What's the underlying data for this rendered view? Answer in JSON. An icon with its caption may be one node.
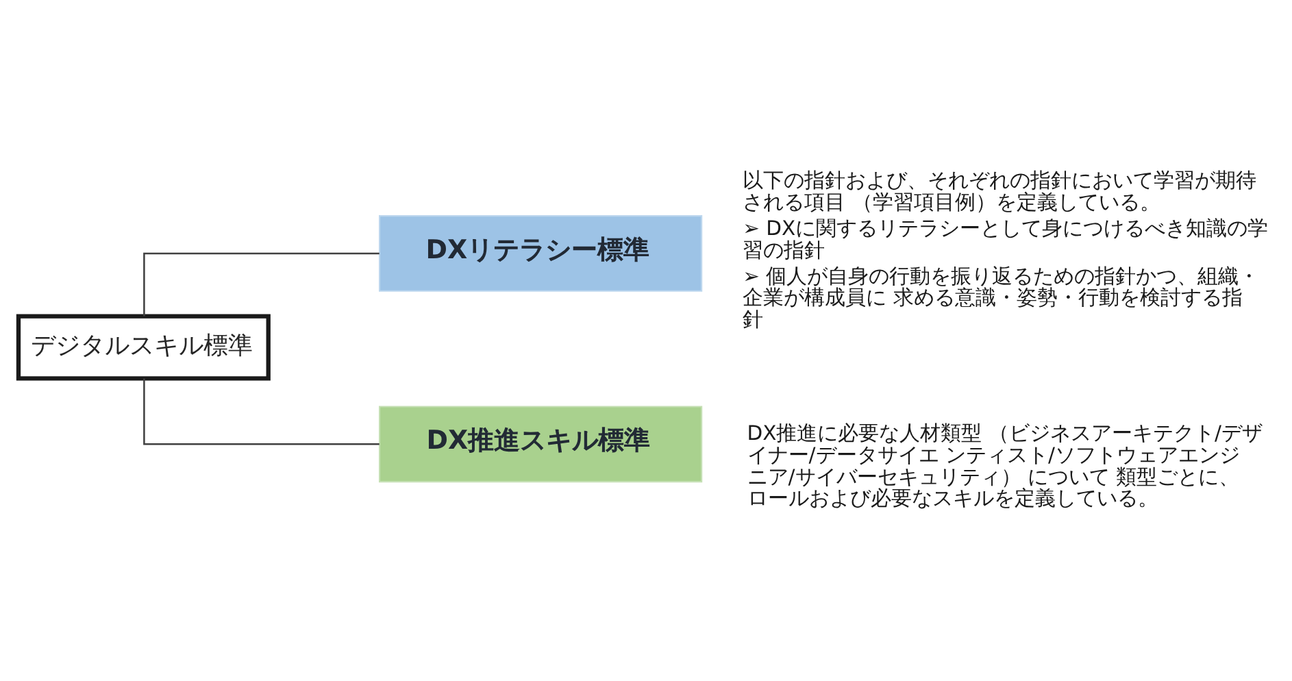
{
  "diagram": {
    "nodes": [
      {
        "text": [
          "デジタルスキル標準"
        ]
      },
      {
        "text": [
          "DXリテラシー標準"
        ],
        "beside": [
          "以下の指針および、それぞれの指針において学習が期待される項目 （学習項目例）を定義している。",
          "➢ DXに関するリテラシーとして身につけるべき知識の学習の指針",
          "➢ 個人が自身の行動を振り返るための指針かつ、組織・企業が構成員に 求める意識・姿勢・行動を検討する指針"
        ]
      },
      {
        "text": [
          "DX推進スキル標準"
        ],
        "beside": [
          "DX推進に必要な人材類型 （ビジネスアーキテクト/デザイナー/データサイエ ンティスト/ソフトウェアエンジニア/サイバーセキュリティ） について 類型ごとに、ロールおよび必要なスキルを定義している。"
        ]
      }
    ],
    "edges": [
      {
        "from": 0,
        "to": 1,
        "arrow": "none"
      },
      {
        "from": 0,
        "to": 2,
        "arrow": "none"
      }
    ]
  }
}
